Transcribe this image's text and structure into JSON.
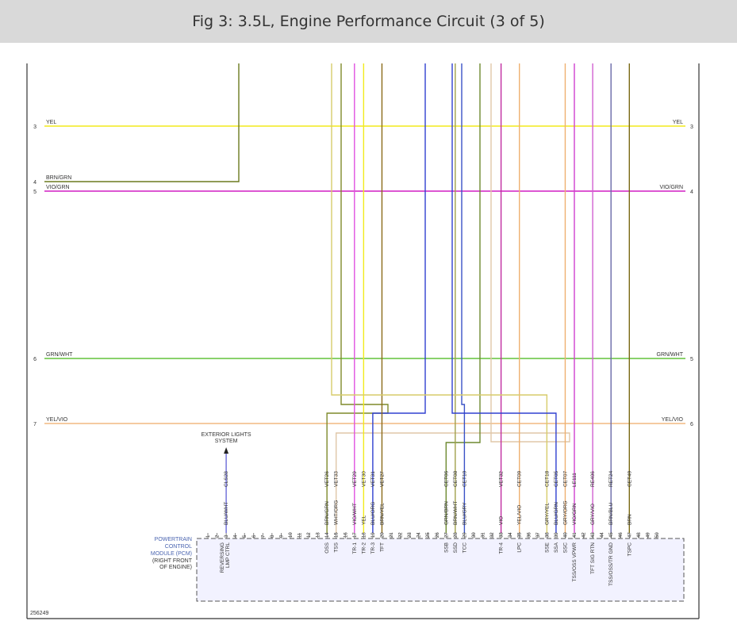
{
  "title": "Fig 3: 3.5L, Engine Performance Circuit (3 of 5)",
  "diagram_id": "256249",
  "colors": {
    "YEL": "#f2ea1c",
    "BRN_GRN": "#6b7a1e",
    "VIO_GRN": "#d21fc3",
    "GRN_WHT": "#62c23a",
    "YEL_VIO": "#f2b980",
    "BRN_ORG": "#7f8a2a",
    "WHT_ORG": "#e0c7a8",
    "VIO_WHT": "#e050e0",
    "BLU_ORG": "#3040d0",
    "BRN_YEL": "#8a6a18",
    "GRN_BRN": "#6e8a30",
    "BRN_WHT": "#a0a04a",
    "BLU_GRY": "#3a52c6",
    "VIO": "#c02aa0",
    "YEL_VIO2": "#efb070",
    "GRY_YEL": "#d7cc6a",
    "GRY_ORG": "#9a9a9a",
    "VIO_GRN2": "#d040d0",
    "GRY_VIO": "#d060d0",
    "BRN_BLU": "#6a6aa8",
    "BRN": "#7a6a14",
    "BLU_WHT": "#6a6ad8",
    "DARK": "#6a4a8a"
  },
  "left_rail": [
    {
      "num": "3",
      "label": "YEL"
    },
    {
      "num": "4",
      "label": "BRN/GRN"
    },
    {
      "num": "5",
      "label": "VIO/GRN"
    },
    {
      "num": "6",
      "label": "GRN/WHT"
    },
    {
      "num": "7",
      "label": "YEL/VIO"
    }
  ],
  "right_rail": [
    {
      "num": "3",
      "label": "YEL"
    },
    {
      "num": "4",
      "label": "VIO/GRN"
    },
    {
      "num": "5",
      "label": "GRN/WHT"
    },
    {
      "num": "6",
      "label": "YEL/VIO"
    }
  ],
  "external": {
    "label_line1": "EXTERIOR LIGHTS",
    "label_line2": "SYSTEM"
  },
  "module": {
    "lines": [
      "POWERTRAIN",
      "CONTROL",
      "MODULE (PCM)"
    ],
    "note": [
      "(RIGHT FRONT",
      "OF ENGINE)"
    ]
  },
  "pins": [
    {
      "pin": "1",
      "circuit": "",
      "color": "",
      "func": ""
    },
    {
      "pin": "2",
      "circuit": "",
      "color": "",
      "func": ""
    },
    {
      "pin": "3",
      "circuit": "CLS28",
      "color": "BLU/WHT",
      "func": "REVERSING LMP CTRL"
    },
    {
      "pin": "4",
      "circuit": "",
      "color": "",
      "func": ""
    },
    {
      "pin": "5",
      "circuit": "",
      "color": "",
      "func": ""
    },
    {
      "pin": "6",
      "circuit": "",
      "color": "",
      "func": ""
    },
    {
      "pin": "7",
      "circuit": "",
      "color": "",
      "func": ""
    },
    {
      "pin": "8",
      "circuit": "",
      "color": "",
      "func": ""
    },
    {
      "pin": "9",
      "circuit": "",
      "color": "",
      "func": ""
    },
    {
      "pin": "10",
      "circuit": "",
      "color": "",
      "func": ""
    },
    {
      "pin": "11",
      "circuit": "",
      "color": "",
      "func": ""
    },
    {
      "pin": "12",
      "circuit": "",
      "color": "",
      "func": ""
    },
    {
      "pin": "13",
      "circuit": "",
      "color": "",
      "func": ""
    },
    {
      "pin": "14",
      "circuit": "VET26",
      "color": "BRN/GRN",
      "func": "OSS"
    },
    {
      "pin": "15",
      "circuit": "VET33",
      "color": "WHT/ORG",
      "func": "TSS"
    },
    {
      "pin": "16",
      "circuit": "",
      "color": "",
      "func": ""
    },
    {
      "pin": "17",
      "circuit": "VET29",
      "color": "VIO/WHT",
      "func": "TR-1"
    },
    {
      "pin": "18",
      "circuit": "VET30",
      "color": "YEL",
      "func": "TR-2"
    },
    {
      "pin": "19",
      "circuit": "VET31",
      "color": "BLU/ORG",
      "func": "TR-3"
    },
    {
      "pin": "20",
      "circuit": "VET27",
      "color": "BRN/YEL",
      "func": "TFT"
    },
    {
      "pin": "21",
      "circuit": "",
      "color": "",
      "func": ""
    },
    {
      "pin": "22",
      "circuit": "",
      "color": "",
      "func": ""
    },
    {
      "pin": "23",
      "circuit": "",
      "color": "",
      "func": ""
    },
    {
      "pin": "24",
      "circuit": "",
      "color": "",
      "func": ""
    },
    {
      "pin": "25",
      "circuit": "",
      "color": "",
      "func": ""
    },
    {
      "pin": "26",
      "circuit": "",
      "color": "",
      "func": ""
    },
    {
      "pin": "27",
      "circuit": "CET06",
      "color": "GRN/BRN",
      "func": "SSB"
    },
    {
      "pin": "28",
      "circuit": "CET08",
      "color": "BRN/WHT",
      "func": "SSD"
    },
    {
      "pin": "29",
      "circuit": "CET10",
      "color": "BLU/GRY",
      "func": "TCC"
    },
    {
      "pin": "30",
      "circuit": "",
      "color": "",
      "func": ""
    },
    {
      "pin": "31",
      "circuit": "",
      "color": "",
      "func": ""
    },
    {
      "pin": "32",
      "circuit": "",
      "color": "",
      "func": ""
    },
    {
      "pin": "33",
      "circuit": "VET32",
      "color": "VIO",
      "func": "TR-4"
    },
    {
      "pin": "34",
      "circuit": "",
      "color": "",
      "func": ""
    },
    {
      "pin": "35",
      "circuit": "CET09",
      "color": "YEL/VIO",
      "func": "LPC"
    },
    {
      "pin": "36",
      "circuit": "",
      "color": "",
      "func": ""
    },
    {
      "pin": "37",
      "circuit": "",
      "color": "",
      "func": ""
    },
    {
      "pin": "38",
      "circuit": "CET18",
      "color": "GRY/YEL",
      "func": "SSE"
    },
    {
      "pin": "39",
      "circuit": "CET05",
      "color": "BLU/GRN",
      "func": "SSA"
    },
    {
      "pin": "40",
      "circuit": "CET07",
      "color": "GRY/ORG",
      "func": "SSC"
    },
    {
      "pin": "41",
      "circuit": "LE111",
      "color": "VIO/GRN",
      "func": "TSS/OSS VPWR"
    },
    {
      "pin": "42",
      "circuit": "",
      "color": "",
      "func": ""
    },
    {
      "pin": "43",
      "circuit": "RE406",
      "color": "GRY/VIO",
      "func": "TFT SIG RTN"
    },
    {
      "pin": "44",
      "circuit": "",
      "color": "",
      "func": ""
    },
    {
      "pin": "45",
      "circuit": "RET24",
      "color": "BRN/BLU",
      "func": "TSS/OSS/TR GND"
    },
    {
      "pin": "46",
      "circuit": "",
      "color": "",
      "func": ""
    },
    {
      "pin": "47",
      "circuit": "CET49",
      "color": "BRN",
      "func": "TSPC"
    },
    {
      "pin": "48",
      "circuit": "",
      "color": "",
      "func": ""
    },
    {
      "pin": "49",
      "circuit": "",
      "color": "",
      "func": ""
    },
    {
      "pin": "50",
      "circuit": "",
      "color": "",
      "func": ""
    }
  ]
}
